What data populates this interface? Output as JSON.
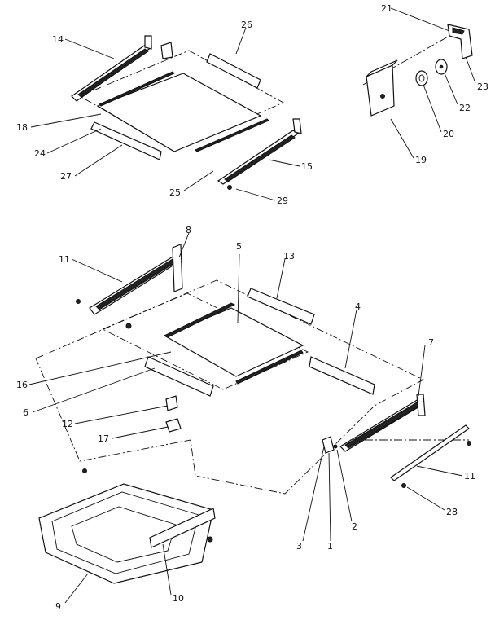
{
  "diagram": {
    "callouts": {
      "c1": "1",
      "c2": "2",
      "c3": "3",
      "c4": "4",
      "c5": "5",
      "c6": "6",
      "c7": "7",
      "c8": "8",
      "c9": "9",
      "c10": "10",
      "c11a": "11",
      "c11b": "11",
      "c12": "12",
      "c13": "13",
      "c14": "14",
      "c15": "15",
      "c16": "16",
      "c17": "17",
      "c18": "18",
      "c19": "19",
      "c20": "20",
      "c21": "21",
      "c22": "22",
      "c23": "23",
      "c24": "24",
      "c25": "25",
      "c26": "26",
      "c27": "27",
      "c28": "28",
      "c29": "29"
    }
  }
}
